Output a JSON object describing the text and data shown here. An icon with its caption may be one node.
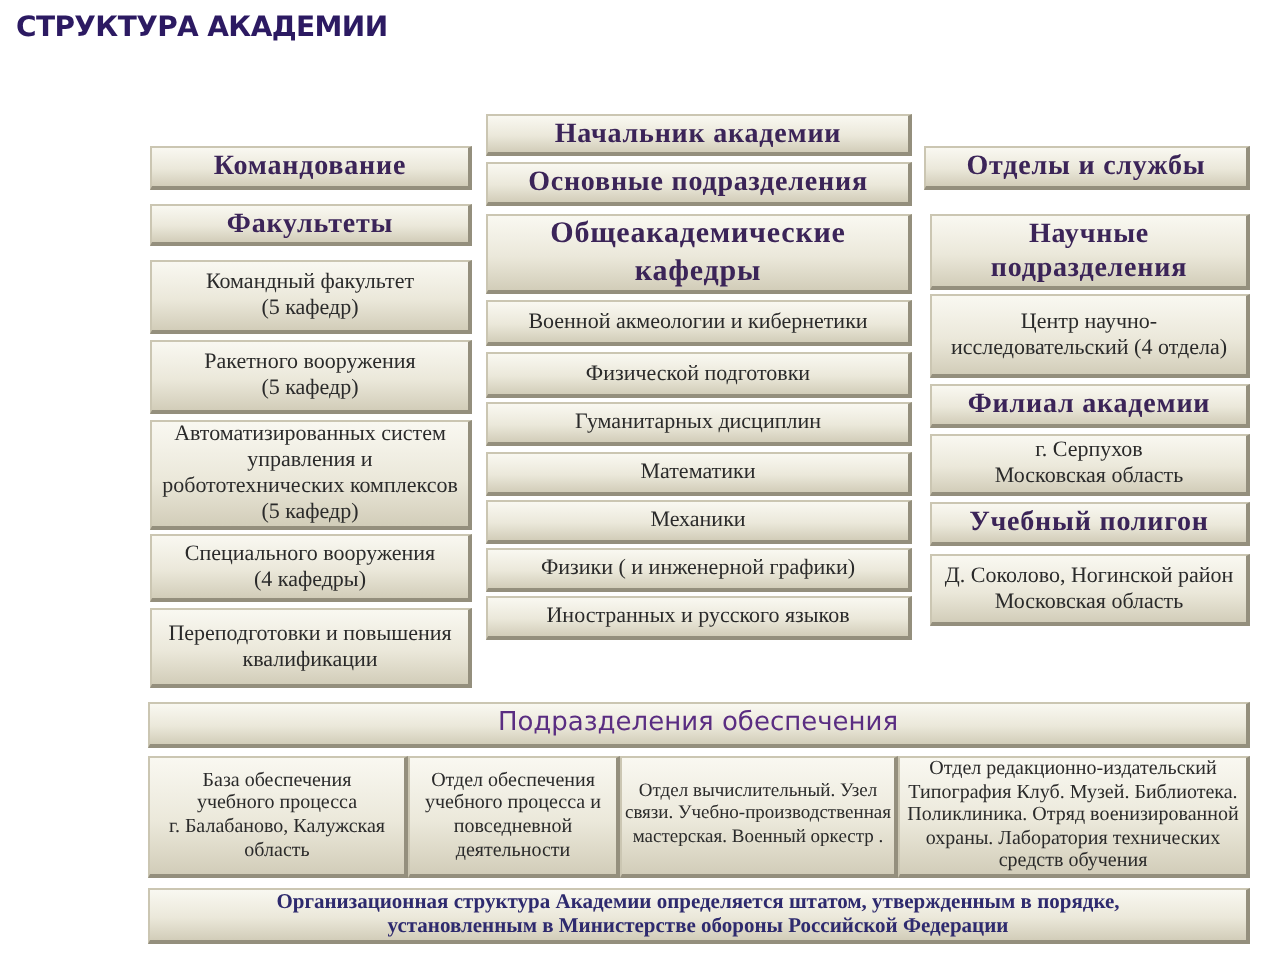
{
  "diagram": {
    "title": "СТРУКТУРА АКАДЕМИИ",
    "nodes": [
      {
        "text": [
          "Начальник академии"
        ]
      },
      {
        "text": [
          "Командование"
        ]
      },
      {
        "text": [
          "Основные подразделения"
        ]
      },
      {
        "text": [
          "Отделы и службы"
        ]
      },
      {
        "text": [
          "Факультеты"
        ]
      },
      {
        "text": [
          "Командный факультет (5 кафедр)"
        ]
      },
      {
        "text": [
          "Ракетного вооружения (5 кафедр)"
        ]
      },
      {
        "text": [
          "Автоматизированных систем управления и робототехнических комплексов (5 кафедр)"
        ]
      },
      {
        "text": [
          "Специального вооружения (4 кафедры)"
        ]
      },
      {
        "text": [
          "Переподготовки и повышения квалификации"
        ]
      },
      {
        "text": [
          "Общеакадемические кафедры"
        ]
      },
      {
        "text": [
          "Военной акмеологии и кибернетики"
        ]
      },
      {
        "text": [
          "Физической подготовки"
        ]
      },
      {
        "text": [
          "Гуманитарных дисциплин"
        ]
      },
      {
        "text": [
          "Математики"
        ]
      },
      {
        "text": [
          "Механики"
        ]
      },
      {
        "text": [
          "Физики ( и инженерной графики)"
        ]
      },
      {
        "text": [
          "Иностранных и русского языков"
        ]
      },
      {
        "text": [
          "Научные подразделения"
        ]
      },
      {
        "text": [
          "Центр научно-исследовательский (4 отдела)"
        ]
      },
      {
        "text": [
          "Филиал академии"
        ]
      },
      {
        "text": [
          "г. Серпухов Московская область"
        ]
      },
      {
        "text": [
          "Учебный полигон"
        ]
      },
      {
        "text": [
          "Д. Соколово, Ногинской район Московская область"
        ]
      },
      {
        "text": [
          "Подразделения обеспечения"
        ]
      },
      {
        "text": [
          "База обеспечения учебного процесса",
          "г. Балабаново, Калужская область"
        ]
      },
      {
        "text": [
          "Отдел обеспечения учебного процесса и повседневной деятельности"
        ]
      },
      {
        "text": [
          "Отдел вычислительный. Узел связи. Учебно-производственная мастерская. Военный оркестр ."
        ]
      },
      {
        "text": [
          "Отдел редакционно-издательский Типография Клуб. Музей. Библиотека. Поликлиника. Отряд военизированной охраны. Лаборатория технических средств обучения"
        ]
      },
      {
        "text": [
          "Организационная структура Академии определяется штатом, утвержденным в порядке, установленным в Министерстве обороны Российской Федерации"
        ]
      }
    ]
  }
}
